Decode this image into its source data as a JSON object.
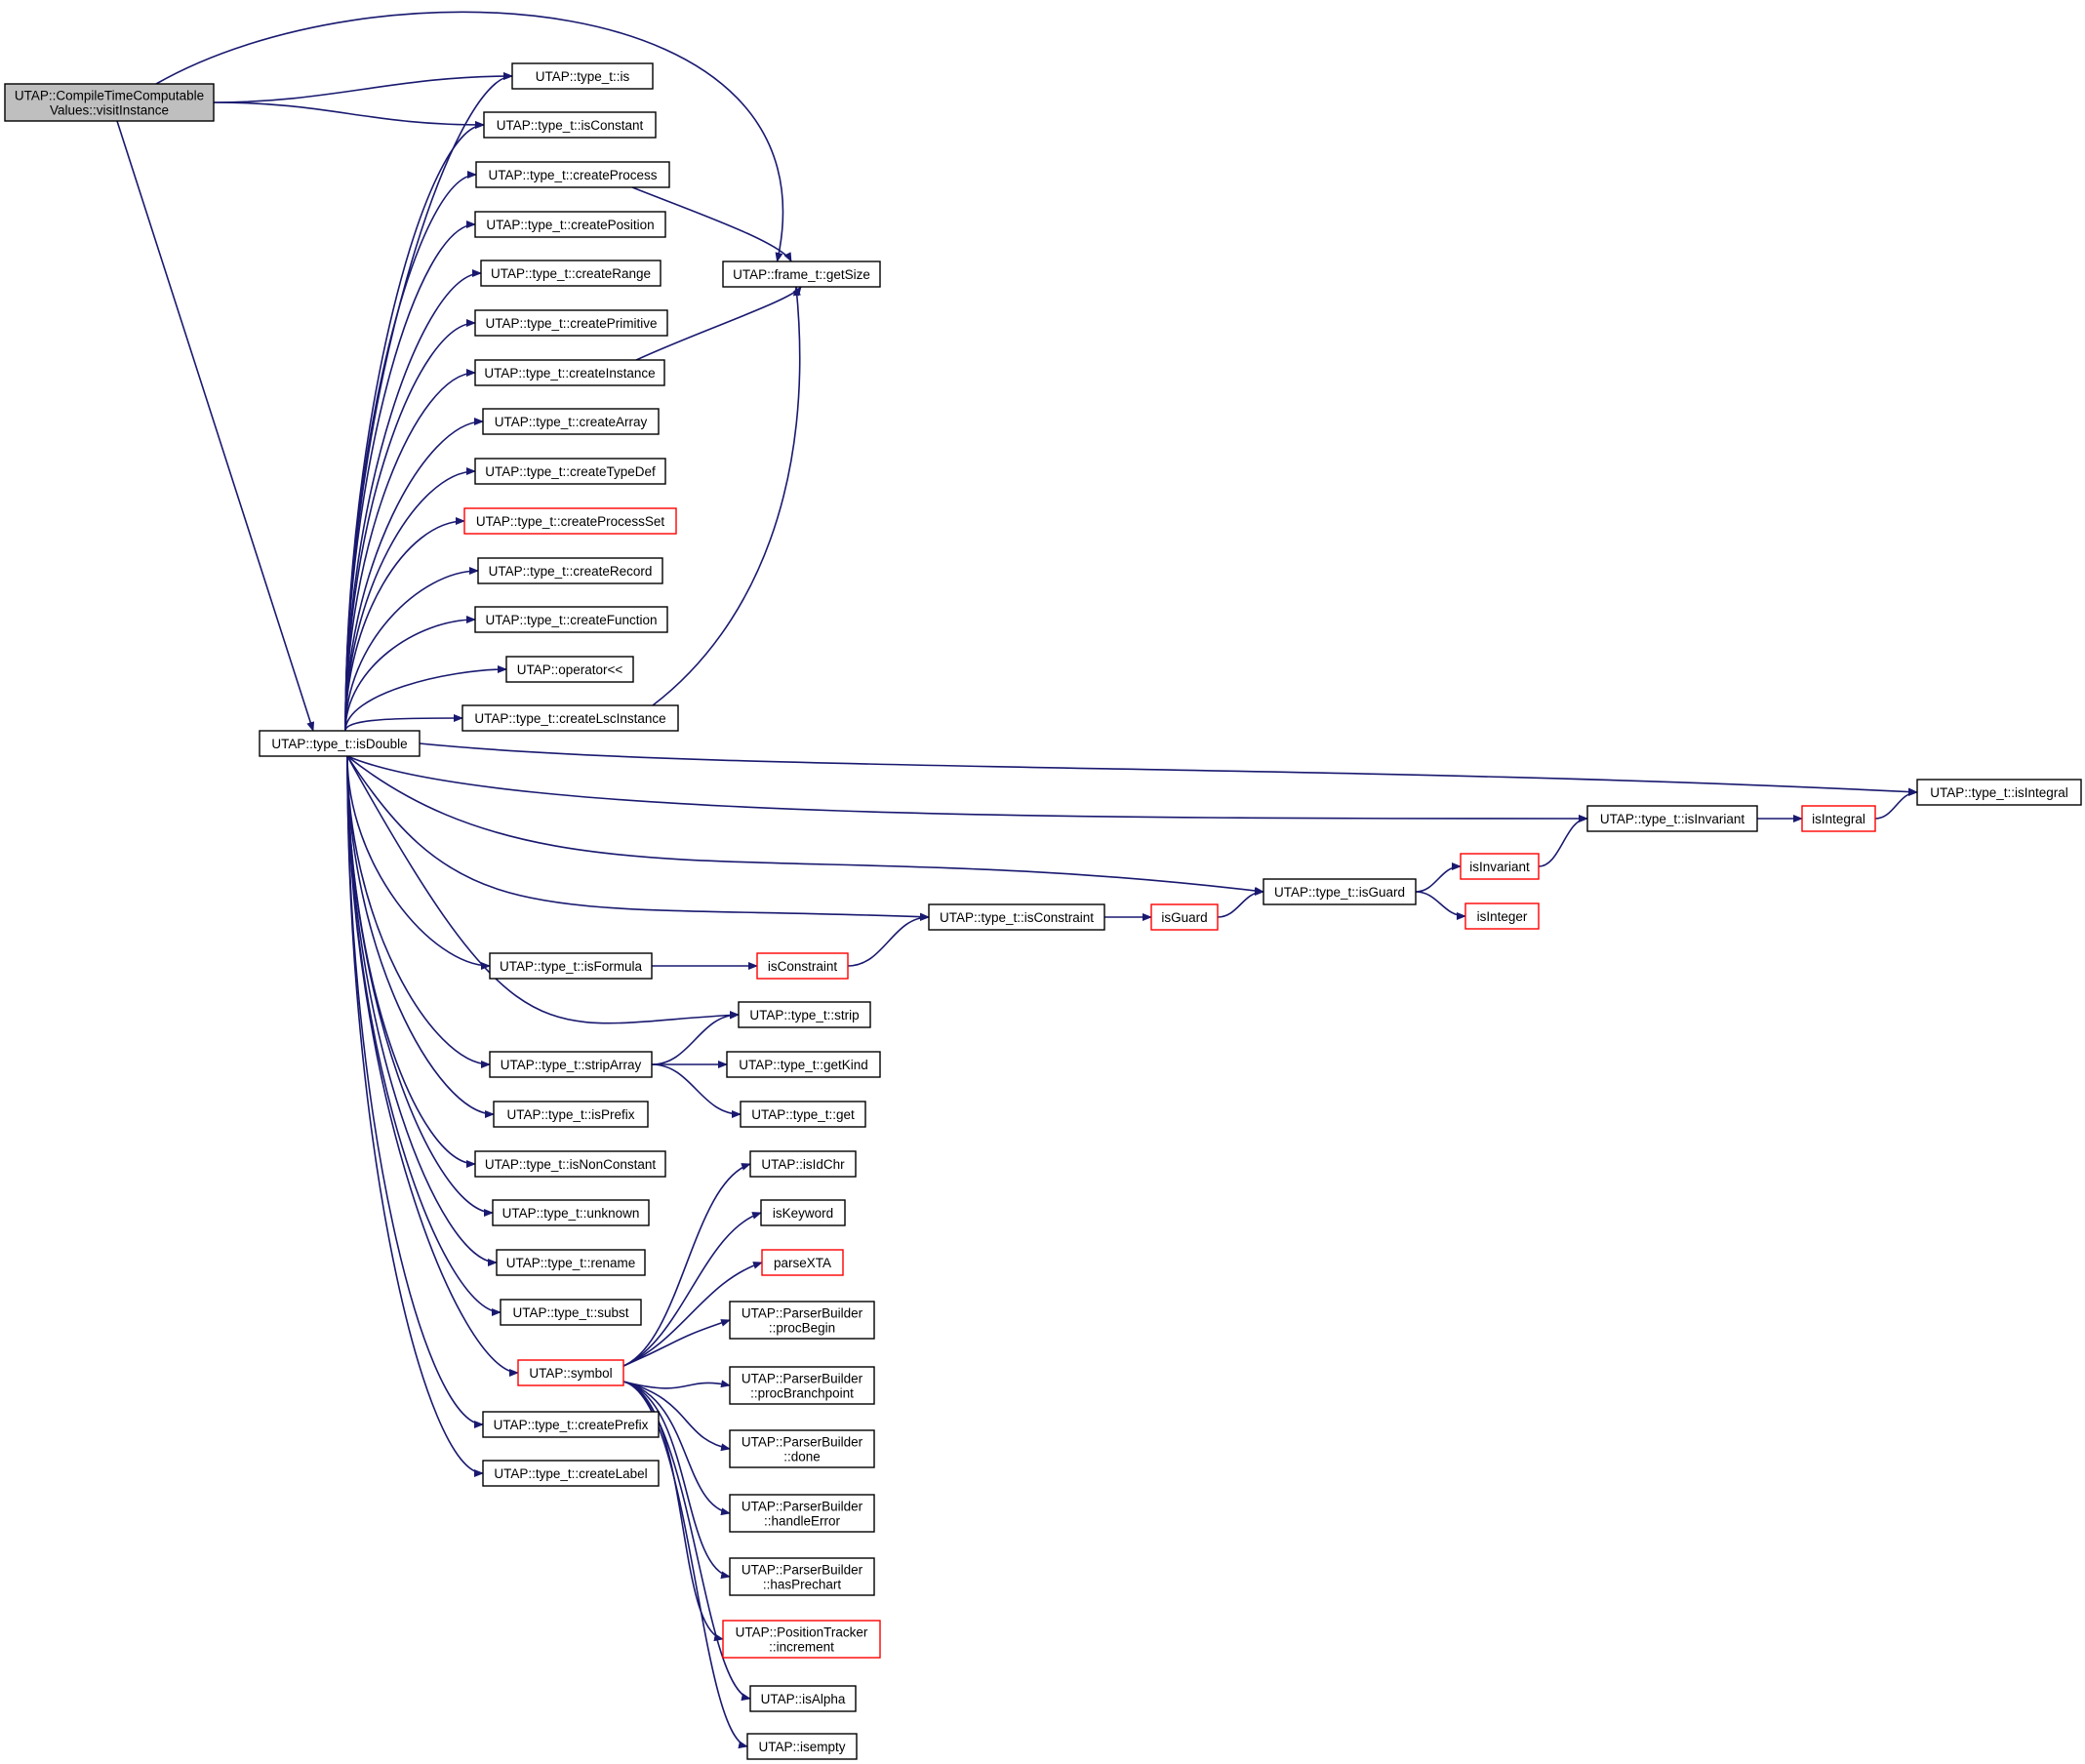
{
  "colors": {
    "edge": "#191970",
    "node_border": "#000000",
    "node_border_incomplete": "#ff0000",
    "root_fill": "#bfbfbf",
    "node_fill": "#ffffff"
  },
  "nodes": [
    {
      "id": "root",
      "lines": [
        "UTAP::CompileTimeComputable",
        "Values::visitInstance"
      ],
      "style": "root"
    },
    {
      "id": "is",
      "lines": [
        "UTAP::type_t::is"
      ],
      "style": "normal"
    },
    {
      "id": "isConstant",
      "lines": [
        "UTAP::type_t::isConstant"
      ],
      "style": "normal"
    },
    {
      "id": "createProcess",
      "lines": [
        "UTAP::type_t::createProcess"
      ],
      "style": "normal"
    },
    {
      "id": "createPosition",
      "lines": [
        "UTAP::type_t::createPosition"
      ],
      "style": "normal"
    },
    {
      "id": "createRange",
      "lines": [
        "UTAP::type_t::createRange"
      ],
      "style": "normal"
    },
    {
      "id": "createPrimitive",
      "lines": [
        "UTAP::type_t::createPrimitive"
      ],
      "style": "normal"
    },
    {
      "id": "createInstance",
      "lines": [
        "UTAP::type_t::createInstance"
      ],
      "style": "normal"
    },
    {
      "id": "createArray",
      "lines": [
        "UTAP::type_t::createArray"
      ],
      "style": "normal"
    },
    {
      "id": "createTypeDef",
      "lines": [
        "UTAP::type_t::createTypeDef"
      ],
      "style": "normal"
    },
    {
      "id": "createProcessSet",
      "lines": [
        "UTAP::type_t::createProcessSet"
      ],
      "style": "red"
    },
    {
      "id": "createRecord",
      "lines": [
        "UTAP::type_t::createRecord"
      ],
      "style": "normal"
    },
    {
      "id": "createFunction",
      "lines": [
        "UTAP::type_t::createFunction"
      ],
      "style": "normal"
    },
    {
      "id": "operatorShl",
      "lines": [
        "UTAP::operator<<"
      ],
      "style": "normal"
    },
    {
      "id": "createLscInstance",
      "lines": [
        "UTAP::type_t::createLscInstance"
      ],
      "style": "normal"
    },
    {
      "id": "getSize",
      "lines": [
        "UTAP::frame_t::getSize"
      ],
      "style": "normal"
    },
    {
      "id": "isDouble",
      "lines": [
        "UTAP::type_t::isDouble"
      ],
      "style": "normal"
    },
    {
      "id": "isIntegral",
      "lines": [
        "UTAP::type_t::isIntegral"
      ],
      "style": "normal"
    },
    {
      "id": "isInvariant",
      "lines": [
        "UTAP::type_t::isInvariant"
      ],
      "style": "normal"
    },
    {
      "id": "isIntegralR",
      "lines": [
        "isIntegral"
      ],
      "style": "red"
    },
    {
      "id": "isInvariantR",
      "lines": [
        "isInvariant"
      ],
      "style": "red"
    },
    {
      "id": "isGuard",
      "lines": [
        "UTAP::type_t::isGuard"
      ],
      "style": "normal"
    },
    {
      "id": "isIntegerR",
      "lines": [
        "isInteger"
      ],
      "style": "red"
    },
    {
      "id": "isConstraint",
      "lines": [
        "UTAP::type_t::isConstraint"
      ],
      "style": "normal"
    },
    {
      "id": "isGuardR",
      "lines": [
        "isGuard"
      ],
      "style": "red"
    },
    {
      "id": "isFormula",
      "lines": [
        "UTAP::type_t::isFormula"
      ],
      "style": "normal"
    },
    {
      "id": "isConstraintR",
      "lines": [
        "isConstraint"
      ],
      "style": "red"
    },
    {
      "id": "strip",
      "lines": [
        "UTAP::type_t::strip"
      ],
      "style": "normal"
    },
    {
      "id": "stripArray",
      "lines": [
        "UTAP::type_t::stripArray"
      ],
      "style": "normal"
    },
    {
      "id": "getKind",
      "lines": [
        "UTAP::type_t::getKind"
      ],
      "style": "normal"
    },
    {
      "id": "get",
      "lines": [
        "UTAP::type_t::get"
      ],
      "style": "normal"
    },
    {
      "id": "isPrefix",
      "lines": [
        "UTAP::type_t::isPrefix"
      ],
      "style": "normal"
    },
    {
      "id": "isNonConstant",
      "lines": [
        "UTAP::type_t::isNonConstant"
      ],
      "style": "normal"
    },
    {
      "id": "unknown",
      "lines": [
        "UTAP::type_t::unknown"
      ],
      "style": "normal"
    },
    {
      "id": "rename",
      "lines": [
        "UTAP::type_t::rename"
      ],
      "style": "normal"
    },
    {
      "id": "subst",
      "lines": [
        "UTAP::type_t::subst"
      ],
      "style": "normal"
    },
    {
      "id": "symbol",
      "lines": [
        "UTAP::symbol"
      ],
      "style": "red"
    },
    {
      "id": "createPrefix",
      "lines": [
        "UTAP::type_t::createPrefix"
      ],
      "style": "normal"
    },
    {
      "id": "createLabel",
      "lines": [
        "UTAP::type_t::createLabel"
      ],
      "style": "normal"
    },
    {
      "id": "isIdChr",
      "lines": [
        "UTAP::isIdChr"
      ],
      "style": "normal"
    },
    {
      "id": "isKeyword",
      "lines": [
        "isKeyword"
      ],
      "style": "normal"
    },
    {
      "id": "parseXTA",
      "lines": [
        "parseXTA"
      ],
      "style": "red"
    },
    {
      "id": "procBegin",
      "lines": [
        "UTAP::ParserBuilder",
        "::procBegin"
      ],
      "style": "normal"
    },
    {
      "id": "procBranchpoint",
      "lines": [
        "UTAP::ParserBuilder",
        "::procBranchpoint"
      ],
      "style": "normal"
    },
    {
      "id": "done",
      "lines": [
        "UTAP::ParserBuilder",
        "::done"
      ],
      "style": "normal"
    },
    {
      "id": "handleError",
      "lines": [
        "UTAP::ParserBuilder",
        "::handleError"
      ],
      "style": "normal"
    },
    {
      "id": "hasPrechart",
      "lines": [
        "UTAP::ParserBuilder",
        "::hasPrechart"
      ],
      "style": "normal"
    },
    {
      "id": "increment",
      "lines": [
        "UTAP::PositionTracker",
        "::increment"
      ],
      "style": "red"
    },
    {
      "id": "isAlpha",
      "lines": [
        "UTAP::isAlpha"
      ],
      "style": "normal"
    },
    {
      "id": "isempty",
      "lines": [
        "UTAP::isempty"
      ],
      "style": "normal"
    }
  ],
  "edges": [
    [
      "root",
      "getSize"
    ],
    [
      "root",
      "is"
    ],
    [
      "root",
      "isConstant"
    ],
    [
      "root",
      "isDouble"
    ],
    [
      "createProcess",
      "getSize"
    ],
    [
      "createInstance",
      "getSize"
    ],
    [
      "createLscInstance",
      "getSize"
    ],
    [
      "isDouble",
      "is"
    ],
    [
      "isDouble",
      "isConstant"
    ],
    [
      "isDouble",
      "createProcess"
    ],
    [
      "isDouble",
      "createPosition"
    ],
    [
      "isDouble",
      "createRange"
    ],
    [
      "isDouble",
      "createPrimitive"
    ],
    [
      "isDouble",
      "createInstance"
    ],
    [
      "isDouble",
      "createArray"
    ],
    [
      "isDouble",
      "createTypeDef"
    ],
    [
      "isDouble",
      "createProcessSet"
    ],
    [
      "isDouble",
      "createRecord"
    ],
    [
      "isDouble",
      "createFunction"
    ],
    [
      "isDouble",
      "operatorShl"
    ],
    [
      "isDouble",
      "createLscInstance"
    ],
    [
      "isDouble",
      "isIntegral"
    ],
    [
      "isDouble",
      "isInvariant"
    ],
    [
      "isDouble",
      "isGuard"
    ],
    [
      "isDouble",
      "isConstraint"
    ],
    [
      "isDouble",
      "isFormula"
    ],
    [
      "isDouble",
      "strip"
    ],
    [
      "isDouble",
      "stripArray"
    ],
    [
      "isDouble",
      "isPrefix"
    ],
    [
      "isDouble",
      "isNonConstant"
    ],
    [
      "isDouble",
      "unknown"
    ],
    [
      "isDouble",
      "rename"
    ],
    [
      "isDouble",
      "subst"
    ],
    [
      "isDouble",
      "symbol"
    ],
    [
      "isDouble",
      "createPrefix"
    ],
    [
      "isDouble",
      "createLabel"
    ],
    [
      "isInvariant",
      "isIntegralR"
    ],
    [
      "isIntegralR",
      "isIntegral"
    ],
    [
      "isInvariantR",
      "isInvariant"
    ],
    [
      "isGuard",
      "isInvariantR"
    ],
    [
      "isGuard",
      "isIntegerR"
    ],
    [
      "isGuardR",
      "isGuard"
    ],
    [
      "isConstraint",
      "isGuardR"
    ],
    [
      "isFormula",
      "isConstraintR"
    ],
    [
      "isConstraintR",
      "isConstraint"
    ],
    [
      "stripArray",
      "strip"
    ],
    [
      "stripArray",
      "getKind"
    ],
    [
      "stripArray",
      "get"
    ],
    [
      "symbol",
      "isIdChr"
    ],
    [
      "symbol",
      "isKeyword"
    ],
    [
      "symbol",
      "parseXTA"
    ],
    [
      "symbol",
      "procBegin"
    ],
    [
      "symbol",
      "procBranchpoint"
    ],
    [
      "symbol",
      "done"
    ],
    [
      "symbol",
      "handleError"
    ],
    [
      "symbol",
      "hasPrechart"
    ],
    [
      "symbol",
      "increment"
    ],
    [
      "symbol",
      "isAlpha"
    ],
    [
      "symbol",
      "isempty"
    ]
  ]
}
